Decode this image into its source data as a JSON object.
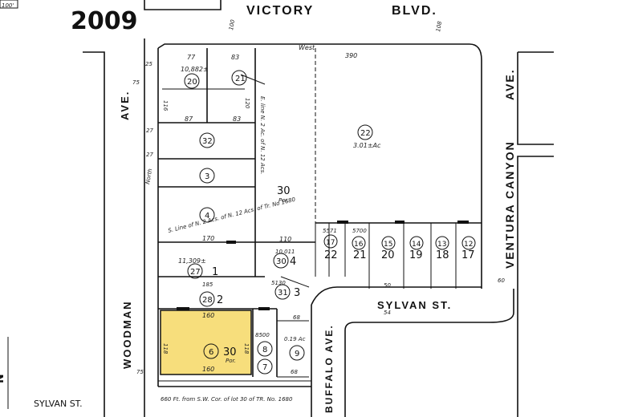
{
  "header": {
    "page_number": "2009",
    "corner_scale": "100'"
  },
  "streets": {
    "victory": "VICTORY",
    "blvd": "BLVD.",
    "woodman_ave": "AVE.",
    "woodman": "WOODMAN",
    "ventura_canyon_ave": "AVE.",
    "ventura_canyon": "VENTURA CANYON",
    "sylvan_st": "SYLVAN ST.",
    "sylvan_st_lower": "SYLVAN ST.",
    "buffalo_ave": "BUFFALO AVE.",
    "west": "West"
  },
  "parcels": [
    {
      "id": "20",
      "area": "10,882±"
    },
    {
      "id": "21",
      "area": ""
    },
    {
      "id": "32",
      "area": ""
    },
    {
      "id": "3",
      "area": ""
    },
    {
      "id": "4",
      "area": ""
    },
    {
      "id": "27",
      "area": "11,309±"
    },
    {
      "id": "28",
      "area": ""
    },
    {
      "id": "30",
      "area": "10,011"
    },
    {
      "id": "31",
      "area": "5130"
    },
    {
      "id": "22",
      "area": "3.01±Ac"
    },
    {
      "id": "6",
      "area": ""
    },
    {
      "id": "8",
      "area": "8500"
    },
    {
      "id": "7",
      "area": ""
    },
    {
      "id": "9",
      "area": "0.19 Ac"
    },
    {
      "id": "17",
      "area": "5571"
    },
    {
      "id": "16",
      "area": "5700"
    },
    {
      "id": "15",
      "area": ""
    },
    {
      "id": "14",
      "area": ""
    },
    {
      "id": "13",
      "area": ""
    },
    {
      "id": "12",
      "area": ""
    }
  ],
  "lots": {
    "lot30_main": "30",
    "lot30_main_sub": "Por.",
    "lot30_highlight": "30",
    "lot30_highlight_sub": "Por.",
    "lot1": "1",
    "lot2": "2",
    "lot3": "3",
    "lot4": "4",
    "lot22": "22",
    "lot21": "21",
    "lot20": "20",
    "lot19": "19",
    "lot18": "18",
    "lot17": "17"
  },
  "dimensions": {
    "d390": "390",
    "d100_top": "100",
    "d108": "108",
    "d77": "77",
    "d83a": "83",
    "d87": "87",
    "d83b": "83",
    "d110": "110",
    "d170": "170",
    "d160a": "160",
    "d160b": "160",
    "d185": "185",
    "d116": "116",
    "d120": "120",
    "d118a": "118",
    "d118b": "118",
    "d68a": "68",
    "d68b": "68",
    "d50": "50",
    "d75a": "75",
    "d25": "25",
    "d27a": "27",
    "d27b": "27",
    "d75b": "75",
    "d54": "54",
    "d60": "60"
  },
  "annotations": {
    "north": "North",
    "e_line": "E. line N. 2 Ac. of N. 12 Acs.",
    "s_line": "S. Line of N. 2 Acs. of N. 12 Acs. of Tr. No 1680",
    "footnote": "660 Ft. from S.W. Cor. of lot 30 of TR. No. 1680"
  },
  "highlight": {
    "color": "#f7de7c",
    "lot_id": "6"
  }
}
